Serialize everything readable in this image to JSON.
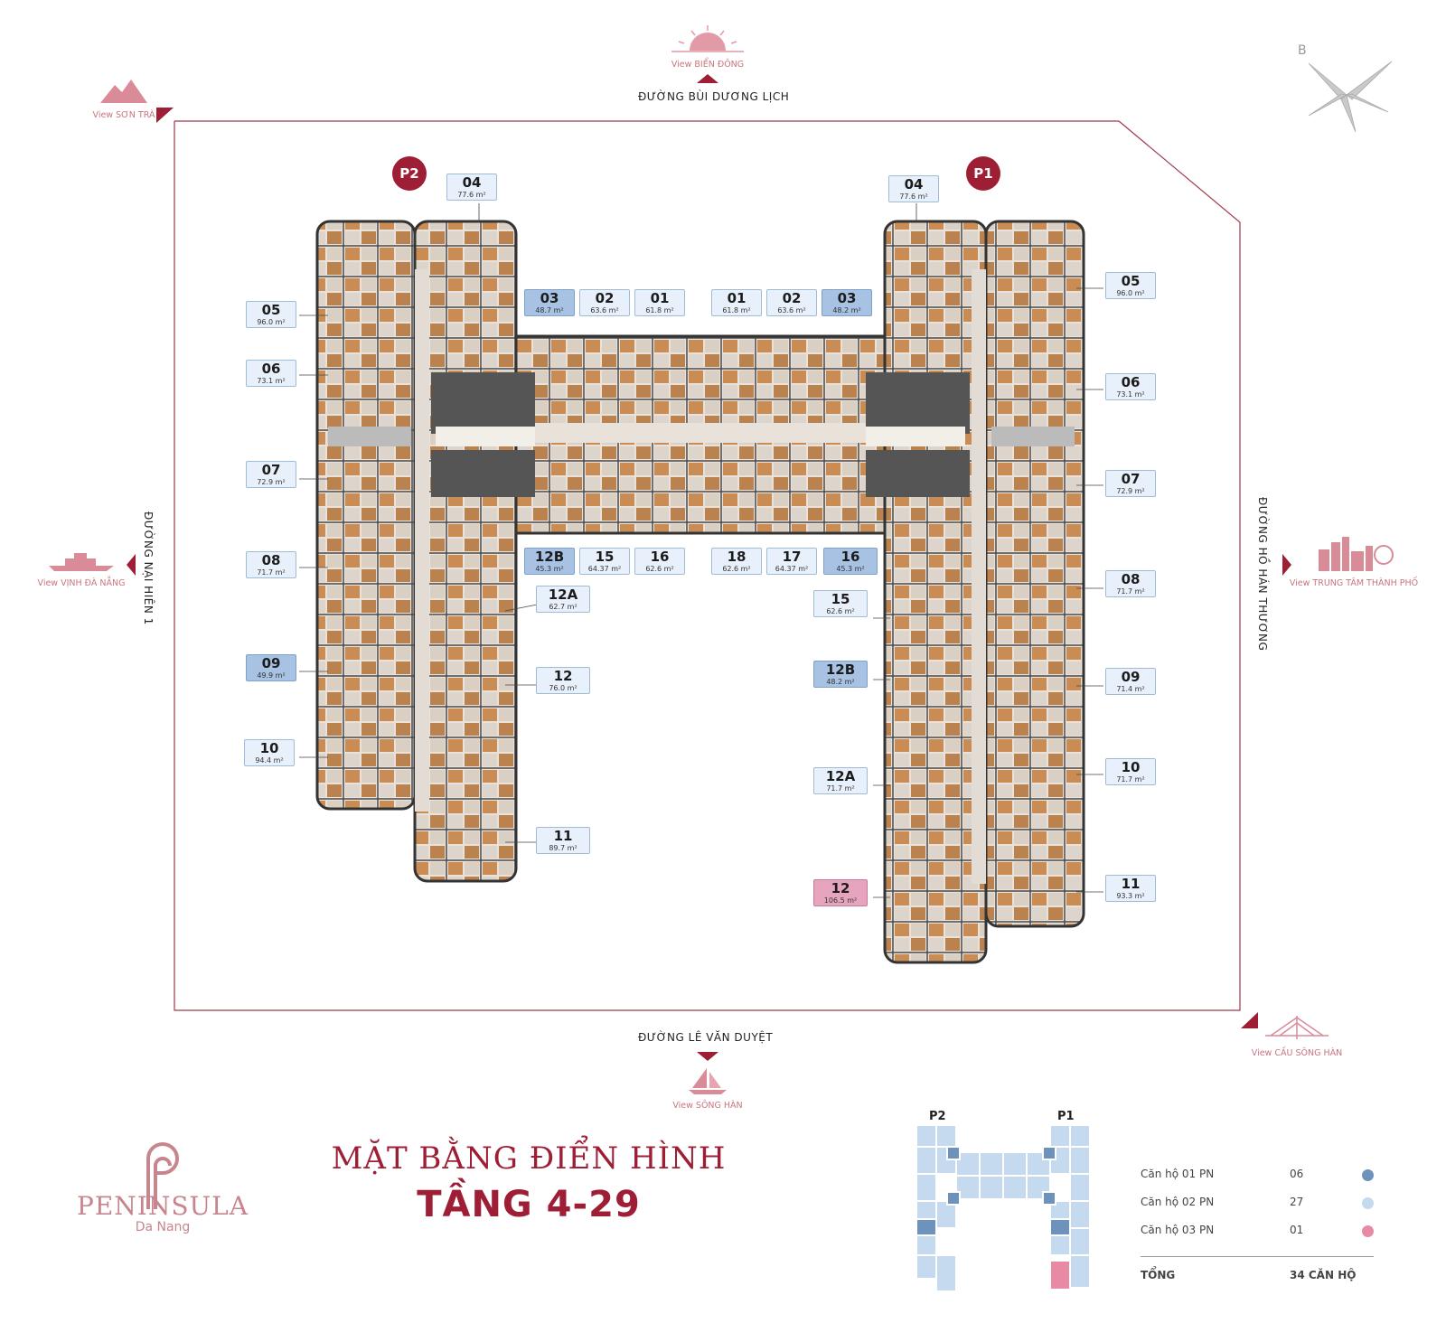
{
  "streets": {
    "north": "ĐƯỜNG BÙI DƯƠNG LỊCH",
    "south": "ĐƯỜNG LÊ VĂN DUYỆT",
    "west": "ĐƯỜNG NẠI HIÊN 1",
    "east": "ĐƯỜNG HỒ HÁN THƯƠNG"
  },
  "views": {
    "son_tra": "View SƠN TRÀ",
    "bien_dong": "View BIỂN ĐÔNG",
    "vinh_da_nang": "View VỊNH ĐÀ NẴNG",
    "trung_tam": "View TRUNG TÂM THÀNH PHỐ",
    "song_han": "View SÔNG HÀN",
    "cau_song_han": "View CẦU SÔNG HÀN"
  },
  "compass": {
    "north_label": "B"
  },
  "towers": {
    "p1": "P1",
    "p2": "P2"
  },
  "units_p2": [
    {
      "code": "04",
      "area": "77.6 m²",
      "type": "2pn"
    },
    {
      "code": "05",
      "area": "96.0 m²",
      "type": "2pn"
    },
    {
      "code": "06",
      "area": "73.1 m²",
      "type": "2pn"
    },
    {
      "code": "07",
      "area": "72.9 m²",
      "type": "2pn"
    },
    {
      "code": "08",
      "area": "71.7 m²",
      "type": "2pn"
    },
    {
      "code": "09",
      "area": "49.9 m²",
      "type": "1pn"
    },
    {
      "code": "10",
      "area": "94.4 m²",
      "type": "2pn"
    },
    {
      "code": "03",
      "area": "48.7 m²",
      "type": "1pn"
    },
    {
      "code": "02",
      "area": "63.6 m²",
      "type": "2pn"
    },
    {
      "code": "01",
      "area": "61.8 m²",
      "type": "2pn"
    },
    {
      "code": "12B",
      "area": "45.3 m²",
      "type": "1pn"
    },
    {
      "code": "15",
      "area": "64.37 m²",
      "type": "2pn"
    },
    {
      "code": "16",
      "area": "62.6 m²",
      "type": "2pn"
    },
    {
      "code": "12A",
      "area": "62.7 m²",
      "type": "2pn"
    },
    {
      "code": "12",
      "area": "76.0 m²",
      "type": "2pn"
    },
    {
      "code": "11",
      "area": "89.7 m²",
      "type": "2pn"
    }
  ],
  "units_p1": [
    {
      "code": "04",
      "area": "77.6 m²",
      "type": "2pn"
    },
    {
      "code": "01",
      "area": "61.8 m²",
      "type": "2pn"
    },
    {
      "code": "02",
      "area": "63.6 m²",
      "type": "2pn"
    },
    {
      "code": "03",
      "area": "48.2 m²",
      "type": "1pn"
    },
    {
      "code": "05",
      "area": "96.0 m²",
      "type": "2pn"
    },
    {
      "code": "06",
      "area": "73.1 m²",
      "type": "2pn"
    },
    {
      "code": "07",
      "area": "72.9 m²",
      "type": "2pn"
    },
    {
      "code": "18",
      "area": "62.6 m²",
      "type": "2pn"
    },
    {
      "code": "17",
      "area": "64.37 m²",
      "type": "2pn"
    },
    {
      "code": "16",
      "area": "45.3 m²",
      "type": "1pn"
    },
    {
      "code": "08",
      "area": "71.7 m²",
      "type": "2pn"
    },
    {
      "code": "15",
      "area": "62.6 m²",
      "type": "2pn"
    },
    {
      "code": "09",
      "area": "71.4 m²",
      "type": "2pn"
    },
    {
      "code": "12B",
      "area": "48.2 m²",
      "type": "1pn"
    },
    {
      "code": "12A",
      "area": "71.7 m²",
      "type": "2pn"
    },
    {
      "code": "10",
      "area": "71.7 m²",
      "type": "2pn"
    },
    {
      "code": "12",
      "area": "106.5 m²",
      "type": "3pn"
    },
    {
      "code": "11",
      "area": "93.3 m²",
      "type": "2pn"
    }
  ],
  "brand": {
    "name": "PENINSULA",
    "sub": "Da Nang"
  },
  "title": {
    "line1": "MẶT BẰNG ĐIỂN HÌNH",
    "line2": "TẦNG 4-29"
  },
  "minimap": {
    "p2": "P2",
    "p1": "P1"
  },
  "legend": {
    "rows": [
      {
        "label": "Căn hộ 01 PN",
        "count": "06"
      },
      {
        "label": "Căn hộ 02 PN",
        "count": "27"
      },
      {
        "label": "Căn hộ 03 PN",
        "count": "01"
      }
    ],
    "total_label": "TỔNG",
    "total_value": "34 CĂN HỘ"
  },
  "colors": {
    "accent": "#9e1e35",
    "one_pn": "#6d93bd",
    "two_pn": "#c5d9ef",
    "three_pn": "#e88aa3",
    "site_border": "#9e3a4c"
  }
}
